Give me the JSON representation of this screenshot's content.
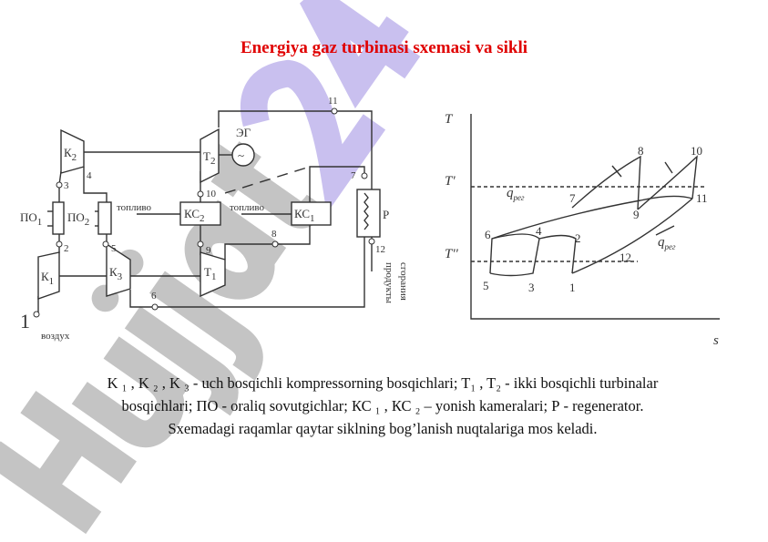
{
  "title": "Energiya gaz turbinasi sxemasi va sikli",
  "watermark": "Hujjat24",
  "schematic": {
    "components": {
      "k1": "К",
      "k2": "К",
      "k3": "К",
      "t1": "Т",
      "t2": "Т",
      "kc1": "КС",
      "kc2": "КС",
      "po1": "ПО",
      "po2": "ПО",
      "p": "Р",
      "eg": "ЭГ",
      "gen": "~"
    },
    "subs": {
      "one": "1",
      "two": "2",
      "three": "3"
    },
    "fuel": "топливо",
    "air": "воздух",
    "exhaust1": "продукты",
    "exhaust2": "сгорания",
    "nodes": [
      "1",
      "2",
      "3",
      "4",
      "5",
      "6",
      "7",
      "8",
      "9",
      "10",
      "11",
      "12"
    ]
  },
  "ts_diagram": {
    "y_axis": "T",
    "x_axis": "s",
    "t_prime": "T'",
    "t_double": "T''",
    "q_reg": "q",
    "q_sub": "рег",
    "points": [
      "1",
      "2",
      "3",
      "4",
      "5",
      "6",
      "7",
      "8",
      "9",
      "10",
      "11",
      "12"
    ]
  },
  "caption": {
    "line1": "K ₁ , K ₂ , K ₃ - uch bosqichli kompressorning bosqichlari; T₁ , T₂  - ikki bosqichli turbinalar",
    "line2": "bosqichlari; ПО - oraliq sovutgichlar; КС ₁ , КС ₂ – yonish kameralari; Р - regenerator.",
    "line3": "Sxemadagi raqamlar qaytar siklning bog’lanish nuqtalariga mos keladi."
  }
}
